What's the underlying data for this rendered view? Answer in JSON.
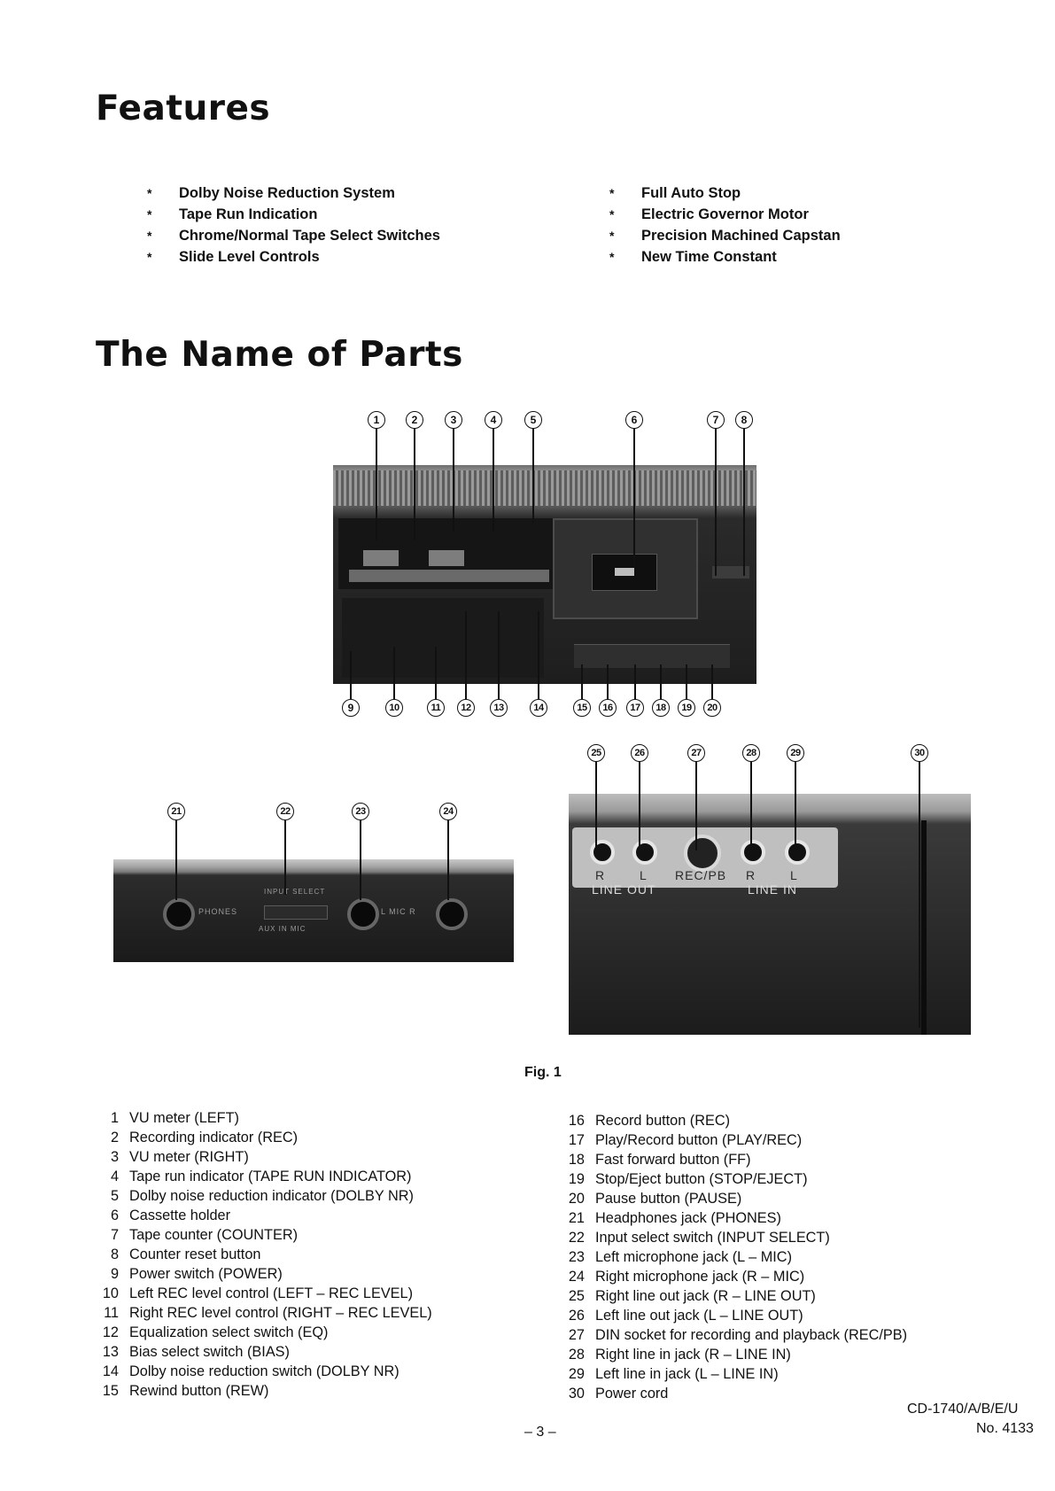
{
  "features": {
    "title": "Features",
    "left": [
      "Dolby Noise Reduction System",
      "Tape Run Indication",
      "Chrome/Normal Tape Select Switches",
      "Slide Level Controls"
    ],
    "right": [
      "Full Auto Stop",
      "Electric Governor Motor",
      "Precision Machined Capstan",
      "New Time Constant"
    ],
    "bullet": "*"
  },
  "parts": {
    "title": "The Name of Parts",
    "figure_caption": "Fig. 1",
    "callouts_top": [
      "1",
      "2",
      "3",
      "4",
      "5",
      "6",
      "7",
      "8"
    ],
    "callouts_bottom": [
      "9",
      "10",
      "11",
      "12",
      "13",
      "14",
      "15",
      "16",
      "17",
      "18",
      "19",
      "20"
    ],
    "callouts_side": [
      "21",
      "22",
      "23",
      "24"
    ],
    "callouts_rear": [
      "25",
      "26",
      "27",
      "28",
      "29",
      "30"
    ],
    "panel_labels": {
      "phones": "PHONES",
      "input_select": "INPUT SELECT",
      "aux_mic": "AUX IN   MIC",
      "mic": "L  MIC  R",
      "rear_r": "R",
      "rear_l": "L",
      "line_out": "LINE OUT",
      "rec_pb": "REC/PB",
      "rear_r2": "R",
      "rear_l2": "L",
      "line_in": "LINE IN"
    },
    "list": [
      {
        "n": "1",
        "label": "VU meter (LEFT)"
      },
      {
        "n": "2",
        "label": "Recording indicator (REC)"
      },
      {
        "n": "3",
        "label": "VU meter (RIGHT)"
      },
      {
        "n": "4",
        "label": "Tape run indicator (TAPE RUN INDICATOR)"
      },
      {
        "n": "5",
        "label": "Dolby noise reduction indicator (DOLBY NR)"
      },
      {
        "n": "6",
        "label": "Cassette holder"
      },
      {
        "n": "7",
        "label": "Tape counter (COUNTER)"
      },
      {
        "n": "8",
        "label": "Counter reset button"
      },
      {
        "n": "9",
        "label": "Power switch (POWER)"
      },
      {
        "n": "10",
        "label": "Left REC level control (LEFT – REC LEVEL)"
      },
      {
        "n": "11",
        "label": "Right REC level control (RIGHT – REC LEVEL)"
      },
      {
        "n": "12",
        "label": "Equalization select switch (EQ)"
      },
      {
        "n": "13",
        "label": "Bias select switch (BIAS)"
      },
      {
        "n": "14",
        "label": "Dolby noise reduction switch (DOLBY NR)"
      },
      {
        "n": "15",
        "label": "Rewind button (REW)"
      },
      {
        "n": "16",
        "label": "Record button (REC)"
      },
      {
        "n": "17",
        "label": "Play/Record button (PLAY/REC)"
      },
      {
        "n": "18",
        "label": "Fast forward button (FF)"
      },
      {
        "n": "19",
        "label": "Stop/Eject button (STOP/EJECT)"
      },
      {
        "n": "20",
        "label": "Pause button (PAUSE)"
      },
      {
        "n": "21",
        "label": "Headphones jack (PHONES)"
      },
      {
        "n": "22",
        "label": "Input select switch (INPUT SELECT)"
      },
      {
        "n": "23",
        "label": "Left microphone jack (L – MIC)"
      },
      {
        "n": "24",
        "label": "Right microphone jack (R – MIC)"
      },
      {
        "n": "25",
        "label": "Right line out jack (R – LINE OUT)"
      },
      {
        "n": "26",
        "label": "Left line out jack (L – LINE OUT)"
      },
      {
        "n": "27",
        "label": "DIN socket for recording and playback (REC/PB)"
      },
      {
        "n": "28",
        "label": "Right line in jack (R – LINE IN)"
      },
      {
        "n": "29",
        "label": "Left line in jack (L – LINE IN)"
      },
      {
        "n": "30",
        "label": "Power cord"
      }
    ]
  },
  "footer": {
    "page_number": "– 3 –",
    "model": "CD-1740/A/B/E/U",
    "doc_no": "No. 4133"
  }
}
